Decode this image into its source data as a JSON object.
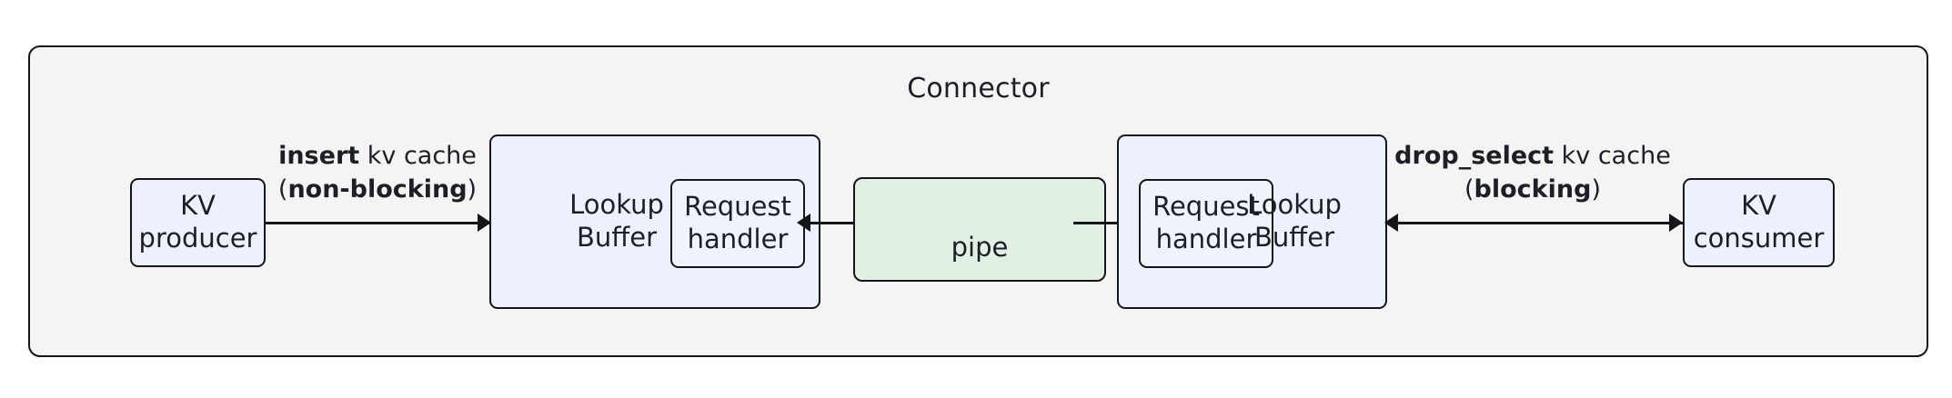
{
  "diagram": {
    "title": "Connector",
    "colors": {
      "container_bg": "#f4f4f4",
      "node_blue": "#edf1fc",
      "node_green": "#e2f0e4",
      "stroke": "#14161a",
      "text": "#1c2026"
    }
  },
  "nodes": {
    "kv_producer": "KV\nproducer",
    "kv_consumer": "KV\nconsumer",
    "lookup_buffer_left": "Lookup\nBuffer",
    "lookup_buffer_right": "Lookup\nBuffer",
    "request_handler_left": "Request\nhandler",
    "request_handler_right": "Request\nhandler",
    "pipe": "pipe"
  },
  "edges": {
    "insert": {
      "op": "insert",
      "object": " kv cache",
      "mode_open": "(",
      "mode": "non-blocking",
      "mode_close": ")",
      "line1_plain": "insert kv cache",
      "line2_plain": "(non-blocking)",
      "direction": "right"
    },
    "drop_select": {
      "op": "drop_select",
      "object": " kv cache",
      "mode_open": "(",
      "mode": "blocking",
      "mode_close": ")",
      "line1_plain": "drop_select kv cache",
      "line2_plain": "(blocking)",
      "direction": "bidirectional"
    }
  }
}
